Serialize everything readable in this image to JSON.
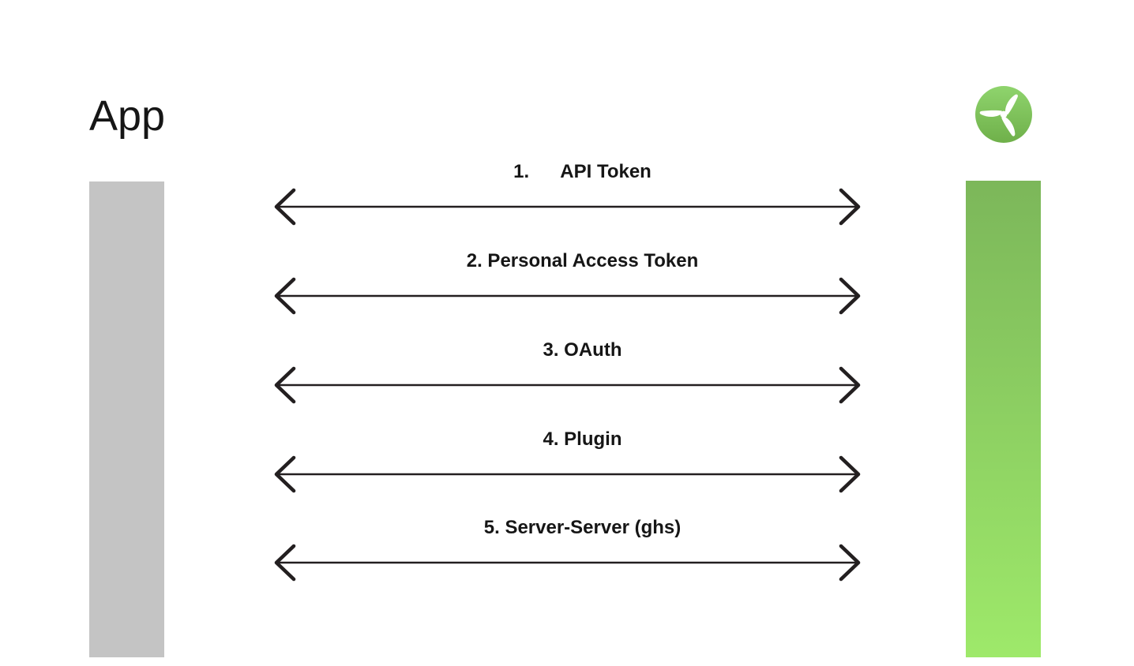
{
  "title": {
    "text": "App"
  },
  "logo": {
    "name": "turbine-logo"
  },
  "colors": {
    "text": "#161616",
    "arrow": "#231f20",
    "left_bar": "#c4c4c4",
    "right_bar_top": "#7cb75a",
    "right_bar_bottom": "#9ee96a",
    "logo_top": "#8fd46d",
    "logo_bottom": "#6fb04a"
  },
  "arrows": [
    {
      "label": "1.      API Token"
    },
    {
      "label": "2. Personal Access Token"
    },
    {
      "label": "3. OAuth"
    },
    {
      "label": "4. Plugin"
    },
    {
      "label": "5. Server-Server (ghs)"
    }
  ]
}
